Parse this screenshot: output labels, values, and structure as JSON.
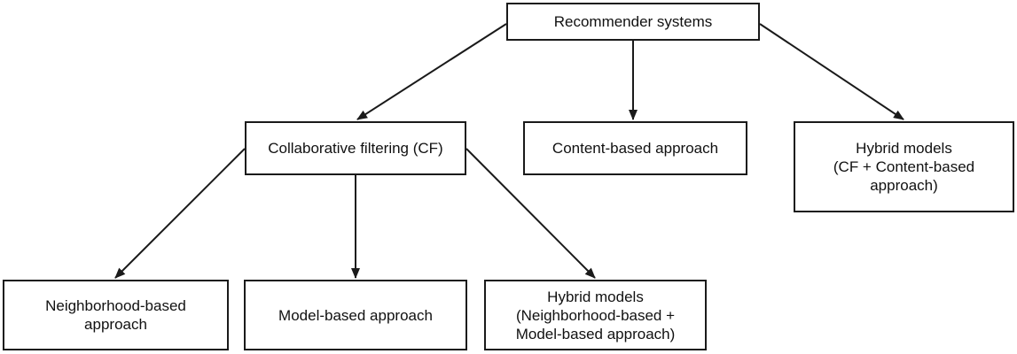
{
  "diagram": {
    "nodes": {
      "root": {
        "lines": [
          "Recommender systems"
        ]
      },
      "cf": {
        "lines": [
          "Collaborative filtering (CF)"
        ]
      },
      "content": {
        "lines": [
          "Content-based approach"
        ]
      },
      "hybrid_top": {
        "lines": [
          "Hybrid models",
          "(CF + Content-based",
          "approach)"
        ]
      },
      "neigh": {
        "lines": [
          "Neighborhood-based",
          "approach"
        ]
      },
      "model": {
        "lines": [
          "Model-based approach"
        ]
      },
      "hybrid_cf": {
        "lines": [
          "Hybrid models",
          "(Neighborhood-based +",
          "Model-based approach)"
        ]
      }
    },
    "edges": [
      {
        "from": "root",
        "to": "cf"
      },
      {
        "from": "root",
        "to": "content"
      },
      {
        "from": "root",
        "to": "hybrid_top"
      },
      {
        "from": "cf",
        "to": "neigh"
      },
      {
        "from": "cf",
        "to": "model"
      },
      {
        "from": "cf",
        "to": "hybrid_cf"
      }
    ],
    "colors": {
      "stroke": "#1a1a1a",
      "background": "#ffffff",
      "text": "#111111"
    }
  }
}
